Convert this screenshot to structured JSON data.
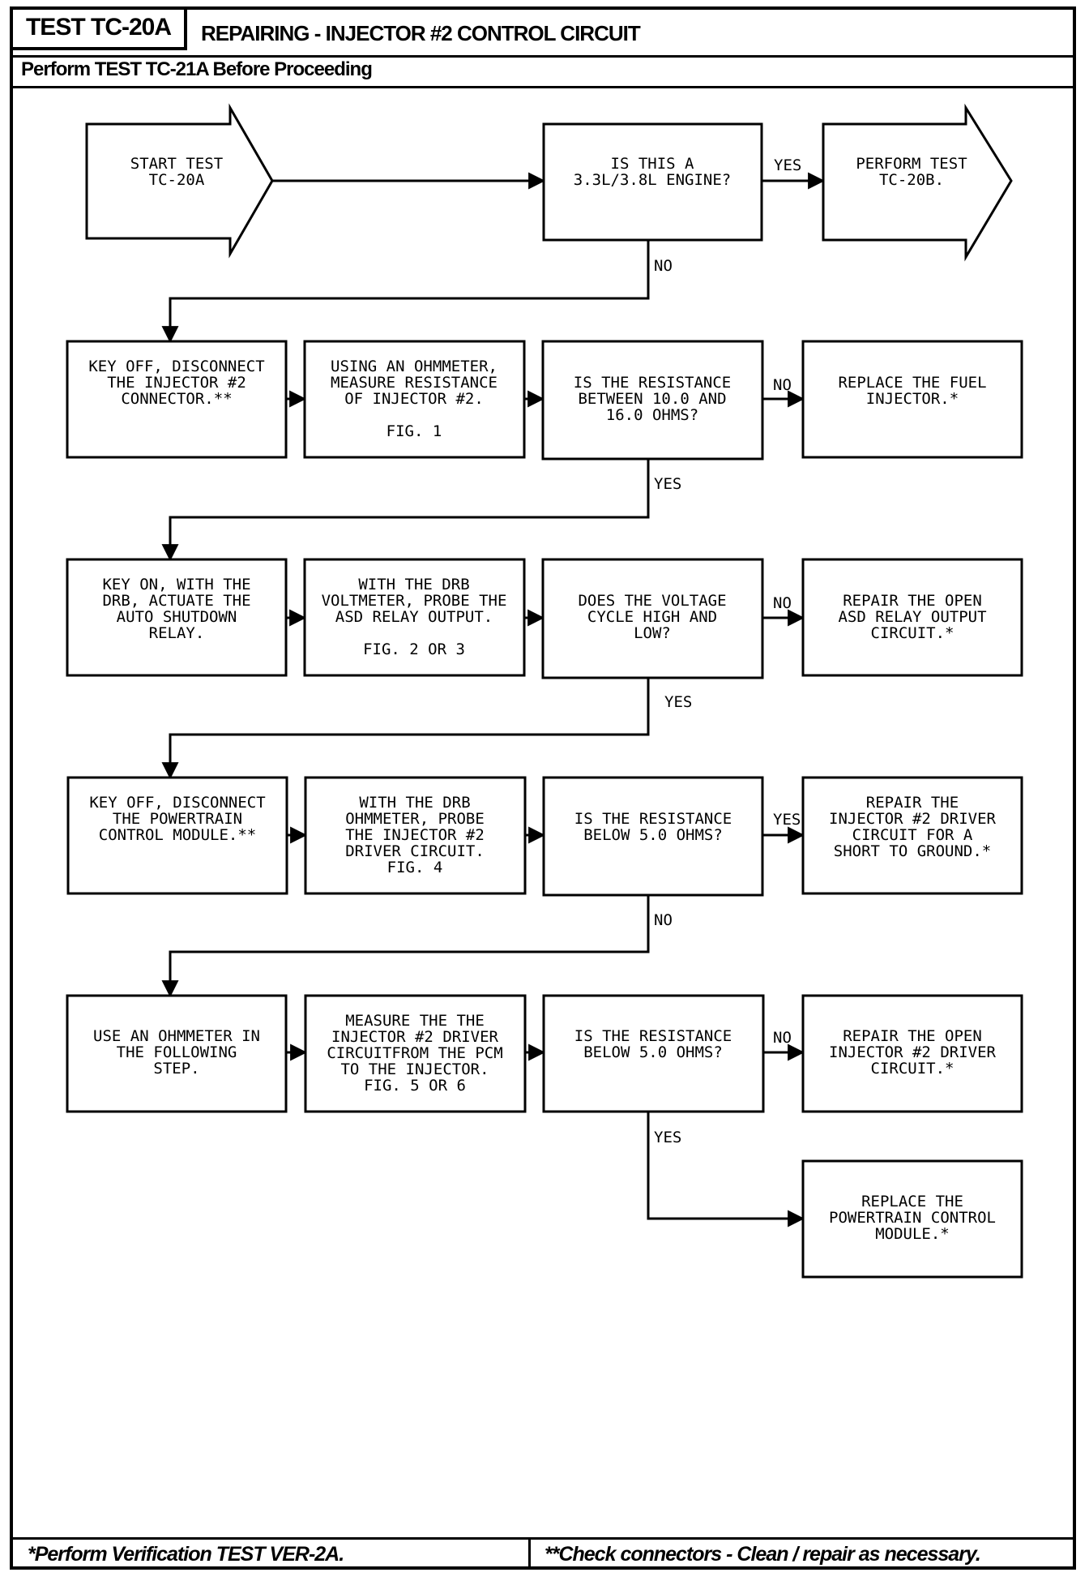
{
  "header": {
    "test_id": "TEST TC-20A",
    "title": "REPAIRING - INJECTOR #2 CONTROL CIRCUIT",
    "subtitle": "Perform TEST TC-21A Before Proceeding"
  },
  "footer": {
    "left_note": "*Perform Verification TEST VER-2A.",
    "right_note": "**Check connectors - Clean / repair as necessary."
  },
  "flow": {
    "start": [
      "START TEST",
      "TC-20A"
    ],
    "q_engine": [
      "IS THIS A",
      "3.3L/3.8L ENGINE?"
    ],
    "perform_20b": [
      "PERFORM TEST",
      "TC-20B."
    ],
    "r1_key_off": [
      "KEY OFF, DISCONNECT",
      "THE INJECTOR #2",
      "CONNECTOR.**"
    ],
    "r1_measure": [
      "USING AN OHMMETER,",
      "MEASURE RESISTANCE",
      "OF INJECTOR #2.",
      "",
      "FIG. 1"
    ],
    "r1_question": [
      "IS THE RESISTANCE",
      "BETWEEN 10.0 AND",
      "16.0 OHMS?"
    ],
    "r1_action": [
      "REPLACE THE FUEL",
      "INJECTOR.*"
    ],
    "r2_key_on": [
      "KEY ON, WITH THE",
      "DRB, ACTUATE THE",
      "AUTO SHUTDOWN",
      "RELAY."
    ],
    "r2_probe": [
      "WITH THE DRB",
      "VOLTMETER, PROBE THE",
      "ASD RELAY OUTPUT.",
      "",
      "FIG. 2 OR 3"
    ],
    "r2_question": [
      "DOES THE VOLTAGE",
      "CYCLE HIGH AND",
      "LOW?"
    ],
    "r2_action": [
      "REPAIR THE OPEN",
      "ASD RELAY OUTPUT",
      "CIRCUIT.*"
    ],
    "r3_key_off": [
      "KEY OFF, DISCONNECT",
      "THE POWERTRAIN",
      "CONTROL MODULE.**"
    ],
    "r3_probe": [
      "WITH THE DRB",
      "OHMMETER, PROBE",
      "THE INJECTOR #2",
      "DRIVER CIRCUIT.",
      "FIG. 4"
    ],
    "r3_question": [
      "IS THE RESISTANCE",
      "BELOW 5.0 OHMS?"
    ],
    "r3_action": [
      "REPAIR THE",
      "INJECTOR #2 DRIVER",
      "CIRCUIT FOR A",
      "SHORT TO GROUND.*"
    ],
    "r4_use": [
      "USE AN OHMMETER IN",
      "THE FOLLOWING",
      "STEP."
    ],
    "r4_measure": [
      "MEASURE THE THE",
      "INJECTOR #2 DRIVER",
      "CIRCUITFROM THE PCM",
      "TO THE INJECTOR.",
      "FIG. 5 OR 6"
    ],
    "r4_question": [
      "IS THE RESISTANCE",
      "BELOW 5.0 OHMS?"
    ],
    "r4_action": [
      "REPAIR THE OPEN",
      "INJECTOR #2 DRIVER",
      "CIRCUIT.*"
    ],
    "r5_action": [
      "REPLACE THE",
      "POWERTRAIN CONTROL",
      "MODULE.*"
    ],
    "labels": {
      "yes_engine": "YES",
      "no_engine": "NO",
      "no_r1": "NO",
      "yes_r1": "YES",
      "no_r2": "NO",
      "yes_r2": "YES",
      "yes_r3": "YES",
      "no_r3": "NO",
      "no_r4": "NO",
      "yes_r4": "YES"
    }
  }
}
